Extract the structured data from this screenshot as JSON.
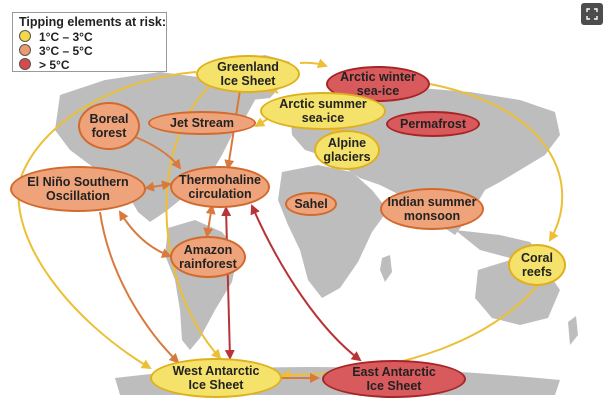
{
  "legend": {
    "title": "Tipping elements at risk:",
    "items": [
      {
        "label": "1°C – 3°C",
        "color": "#f5d84a"
      },
      {
        "label": "3°C – 5°C",
        "color": "#ee9a70"
      },
      {
        "label": "> 5°C",
        "color": "#d64a4c"
      }
    ]
  },
  "elements": {
    "greenland": "Greenland\nIce Sheet",
    "arctic_winter": "Arctic winter\nsea-ice",
    "arctic_summer": "Arctic summer\nsea-ice",
    "boreal": "Boreal\nforest",
    "jet_stream": "Jet Stream",
    "permafrost": "Permafrost",
    "alpine": "Alpine\nglaciers",
    "el_nino": "El Niño Southern\nOscillation",
    "thermohaline": "Thermohaline\ncirculation",
    "sahel": "Sahel",
    "indian_monsoon": "Indian summer\nmonsoon",
    "amazon": "Amazon\nrainforest",
    "coral": "Coral\nreefs",
    "west_antarctic": "West Antarctic\nIce Sheet",
    "east_antarctic": "East Antarctic\nIce Sheet"
  },
  "colors": {
    "low_fill": "#f5e26a",
    "low_stroke": "#dfb01e",
    "low_arrow": "#ecbf35",
    "mid_fill": "#eea37a",
    "mid_stroke": "#d26a2e",
    "mid_arrow": "#d97a3c",
    "high_fill": "#d85a5c",
    "high_stroke": "#a72527",
    "high_arrow": "#b83436",
    "land": "#bdbdbd"
  },
  "icons": {
    "expand": "expand-icon"
  }
}
